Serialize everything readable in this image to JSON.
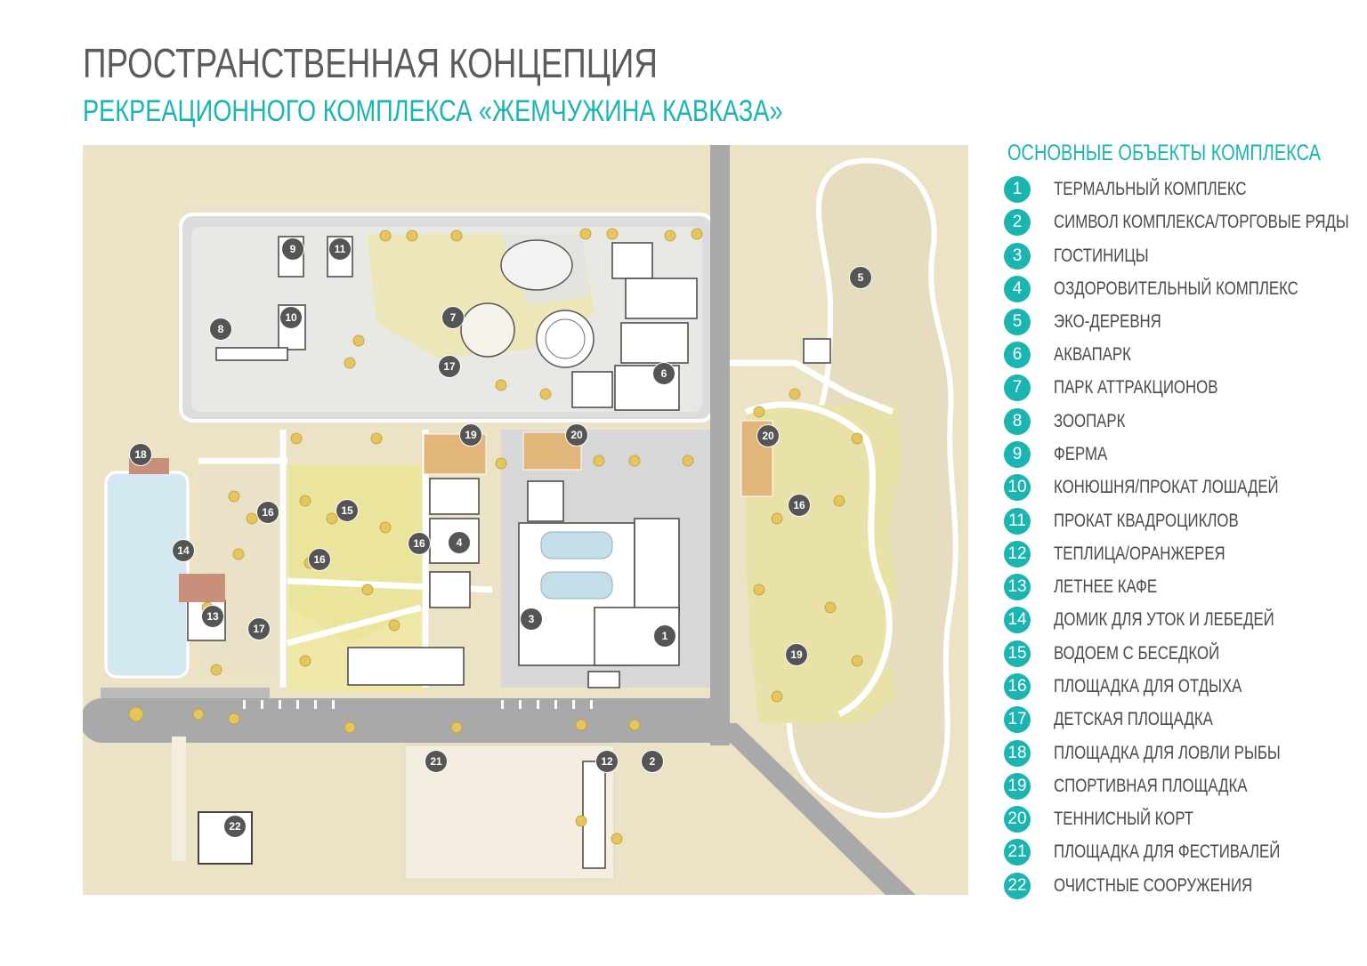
{
  "header": {
    "title": "ПРОСТРАНСТВЕННАЯ КОНЦЕПЦИЯ",
    "subtitle": "РЕКРЕАЦИОННОГО КОМПЛЕКСА «ЖЕМЧУЖИНА КАВКАЗА»"
  },
  "legend": {
    "title": "ОСНОВНЫЕ ОБЪЕКТЫ КОМПЛЕКСА",
    "items": [
      {
        "num": "1",
        "label": "ТЕРМАЛЬНЫЙ КОМПЛЕКС"
      },
      {
        "num": "2",
        "label": "СИМВОЛ КОМПЛЕКСА/ТОРГОВЫЕ РЯДЫ"
      },
      {
        "num": "3",
        "label": "ГОСТИНИЦЫ"
      },
      {
        "num": "4",
        "label": "ОЗДОРОВИТЕЛЬНЫЙ КОМПЛЕКС"
      },
      {
        "num": "5",
        "label": "ЭКО-ДЕРЕВНЯ"
      },
      {
        "num": "6",
        "label": "АКВАПАРК"
      },
      {
        "num": "7",
        "label": "ПАРК АТТРАКЦИОНОВ"
      },
      {
        "num": "8",
        "label": "ЗООПАРК"
      },
      {
        "num": "9",
        "label": "ФЕРМА"
      },
      {
        "num": "10",
        "label": "КОНЮШНЯ/ПРОКАТ ЛОШАДЕЙ"
      },
      {
        "num": "11",
        "label": "ПРОКАТ КВАДРОЦИКЛОВ"
      },
      {
        "num": "12",
        "label": "ТЕПЛИЦА/ОРАНЖЕРЕЯ"
      },
      {
        "num": "13",
        "label": "ЛЕТНЕЕ КАФЕ"
      },
      {
        "num": "14",
        "label": "ДОМИК ДЛЯ УТОК И ЛЕБЕДЕЙ"
      },
      {
        "num": "15",
        "label": "ВОДОЕМ С БЕСЕДКОЙ"
      },
      {
        "num": "16",
        "label": "ПЛОЩАДКА ДЛЯ ОТДЫХА"
      },
      {
        "num": "17",
        "label": "ДЕТСКАЯ ПЛОЩАДКА"
      },
      {
        "num": "18",
        "label": "ПЛОЩАДКА ДЛЯ ЛОВЛИ РЫБЫ"
      },
      {
        "num": "19",
        "label": "СПОРТИВНАЯ ПЛОЩАДКА"
      },
      {
        "num": "20",
        "label": "ТЕННИСНЫЙ КОРТ"
      },
      {
        "num": "21",
        "label": "ПЛОЩАДКА ДЛЯ ФЕСТИВАЛЕЙ"
      },
      {
        "num": "22",
        "label": "ОЧИСТНЫЕ СООРУЖЕНИЯ"
      }
    ]
  },
  "map_markers": [
    "1",
    "2",
    "3",
    "4",
    "5",
    "6",
    "7",
    "8",
    "9",
    "10",
    "11",
    "12",
    "13",
    "14",
    "15",
    "16",
    "16",
    "16",
    "16",
    "17",
    "17",
    "18",
    "19",
    "19",
    "20",
    "20",
    "21",
    "22"
  ],
  "colors": {
    "accent": "#1ab5b0",
    "title_gray": "#5b5b5b",
    "ground": "#ede3c8",
    "road": "#a9a9a9",
    "plaza": "#dcdcdc",
    "lawn": "#efe7a8",
    "water": "#cfe6ef",
    "marker": "#555555"
  }
}
